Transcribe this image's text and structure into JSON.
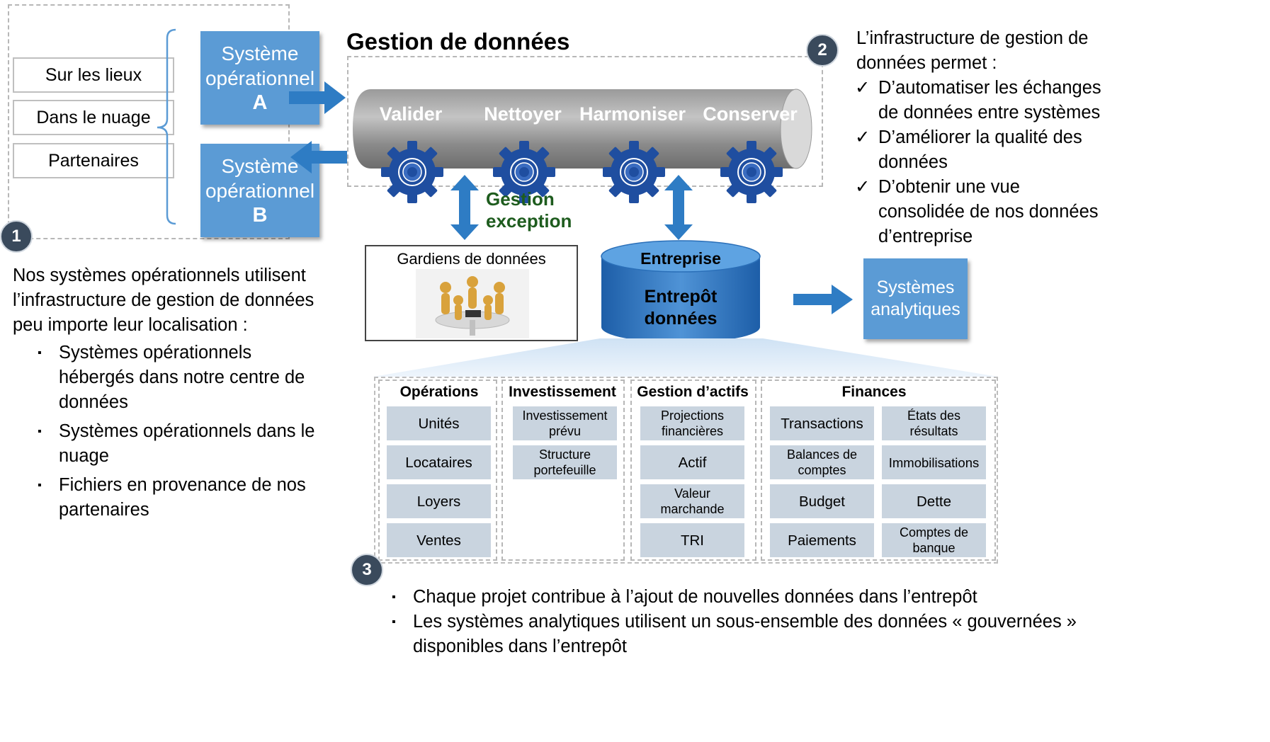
{
  "locations": [
    "Sur les lieux",
    "Dans le nuage",
    "Partenaires"
  ],
  "system_a": {
    "line1": "Système",
    "line2": "opérationnel",
    "letter": "A"
  },
  "system_b": {
    "line1": "Système",
    "line2": "opérationnel",
    "letter": "B"
  },
  "badges": {
    "one": "1",
    "two": "2",
    "three": "3"
  },
  "data_management": {
    "title": "Gestion de données",
    "steps": [
      "Valider",
      "Nettoyer",
      "Harmoniser",
      "Conserver"
    ],
    "exception": {
      "line1": "Gestion",
      "line2": "exception"
    }
  },
  "infra_text": {
    "intro": "L’infrastructure de gestion de données permet :",
    "check_mark": "✓",
    "items": [
      "D’automatiser les échanges de données entre systèmes",
      "D’améliorer la qualité des données",
      "D’obtenir une vue consolidée de nos données d’entreprise"
    ]
  },
  "operational_text": {
    "intro": "Nos systèmes opérationnels utilisent l’infrastructure de gestion de données peu importe leur localisation :",
    "bullet": "▪",
    "items": [
      "Systèmes opérationnels hébergés dans notre centre de données",
      "Systèmes opérationnels dans le nuage",
      "Fichiers en provenance de nos partenaires"
    ]
  },
  "guardians": {
    "label": "Gardiens de données"
  },
  "warehouse": {
    "top": "Entreprise",
    "line1": "Entrepôt",
    "line2": "données"
  },
  "analytics": {
    "line1": "Systèmes",
    "line2": "analytiques"
  },
  "sections": {
    "operations": {
      "title": "Opérations",
      "cells": [
        "Unités",
        "Locataires",
        "Loyers",
        "Ventes"
      ]
    },
    "investissement": {
      "title": "Investissement",
      "cells": [
        "Investissement prévu",
        "Structure portefeuille"
      ]
    },
    "gestion_actifs": {
      "title": "Gestion d’actifs",
      "cells": [
        "Projections financières",
        "Actif",
        "Valeur marchande",
        "TRI"
      ]
    },
    "finances": {
      "title": "Finances",
      "cells": [
        "Transactions",
        "États des résultats",
        "Balances de comptes",
        "Immobilisations",
        "Budget",
        "Dette",
        "Paiements",
        "Comptes de banque"
      ]
    }
  },
  "bottom_text": {
    "bullet": "▪",
    "items": [
      "Chaque projet contribue à l’ajout de nouvelles données dans l’entrepôt",
      "Les systèmes analytiques utilisent un sous-ensemble des données « gouvernées » disponibles dans l’entrepôt"
    ]
  },
  "colors": {
    "system_box": "#5b9bd5",
    "arrow": "#2e7cc4",
    "badge": "#3a4a5c",
    "cell": "#c9d4df",
    "gear": "#1f4ea0",
    "exception_text": "#1e5c1e"
  },
  "icons": [
    "gear-icon",
    "arrow-right-icon",
    "arrow-left-icon",
    "double-arrow-icon",
    "database-icon",
    "meeting-people-icon"
  ]
}
